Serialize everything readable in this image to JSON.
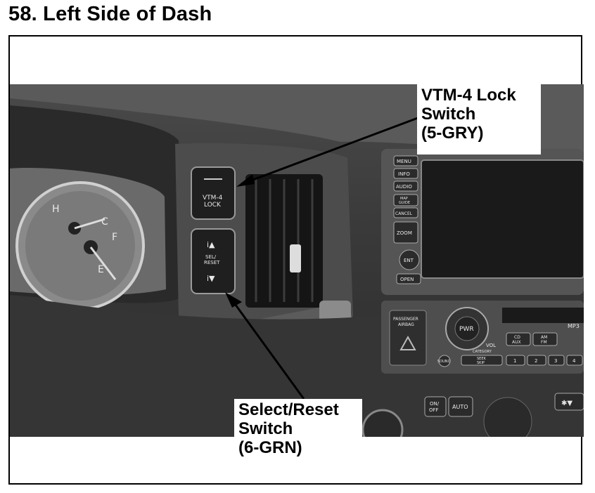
{
  "title": "58. Left Side of Dash",
  "callouts": {
    "vtm4_lock": {
      "line1": "VTM-4 Lock",
      "line2": "Switch",
      "line3": "(5-GRY)"
    },
    "select_reset": {
      "line1": "Select/Reset",
      "line2": "Switch",
      "line3": "(6-GRN)"
    }
  },
  "photo_labels": {
    "gauge_h": "H",
    "gauge_c": "C",
    "gauge_f": "F",
    "gauge_e": "E",
    "vtm_line1": "VTM-4",
    "vtm_line2": "LOCK",
    "select_reset_line1": "SEL/",
    "select_reset_line2": "RESET",
    "menu": "MENU",
    "info": "INFO",
    "audio": "AUDIO",
    "map_guide_line1": "MAP",
    "map_guide_line2": "GUIDE",
    "cancel": "CANCEL",
    "zoom": "ZOOM",
    "ent": "ENT",
    "open": "OPEN",
    "passenger_airbag_line1": "PASSENGER",
    "passenger_airbag_line2": "AIRBAG",
    "pwr": "PWR",
    "vol": "VOL",
    "category": "CATEGORY",
    "sound": "SOUND",
    "seek_skip_line1": "SEEK",
    "seek_skip_line2": "SKIP",
    "cd_aux_line1": "CD",
    "cd_aux_line2": "AUX",
    "am_fm_line1": "AM",
    "am_fm_line2": "FM",
    "preset_1": "1",
    "preset_2": "2",
    "preset_3": "3",
    "preset_4": "4",
    "mp3": "MP3",
    "on_off_line1": "ON/",
    "on_off_line2": "OFF",
    "auto": "AUTO"
  }
}
